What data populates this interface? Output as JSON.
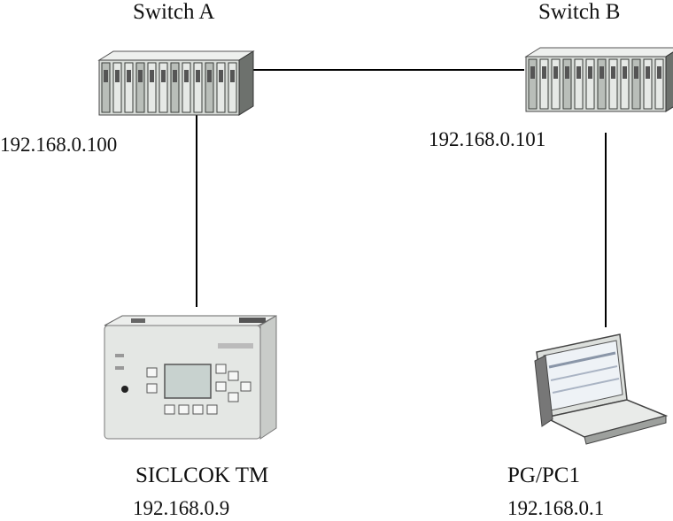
{
  "nodes": {
    "switch_a": {
      "name": "Switch A",
      "ip": "192.168.0.100"
    },
    "switch_b": {
      "name": "Switch B",
      "ip": "192.168.0.101"
    },
    "siclock": {
      "name": "SICLCOK TM",
      "ip": "192.168.0.9"
    },
    "pc": {
      "name": "PG/PC1",
      "ip": "192.168.0.1"
    }
  },
  "connections": [
    {
      "from": "Switch A",
      "to": "Switch B"
    },
    {
      "from": "Switch A",
      "to": "SICLCOK TM"
    },
    {
      "from": "Switch B",
      "to": "PG/PC1"
    }
  ],
  "colors": {
    "line": "#000000",
    "device_body": "#d9ded9",
    "device_dark": "#3a3d3a",
    "screen": "#c8d2cf"
  }
}
